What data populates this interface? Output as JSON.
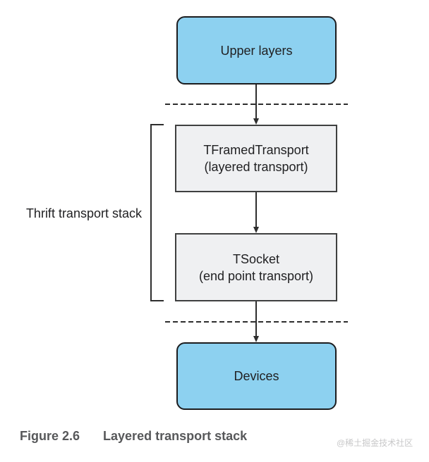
{
  "diagram": {
    "nodes": {
      "upper": {
        "label": "Upper layers"
      },
      "tframed": {
        "title": "TFramedTransport",
        "subtitle": "(layered transport)"
      },
      "tsocket": {
        "title": "TSocket",
        "subtitle": "(end point transport)"
      },
      "devices": {
        "label": "Devices"
      }
    },
    "bracket_label": "Thrift transport stack"
  },
  "caption": {
    "figure_number": "Figure 2.6",
    "title": "Layered transport stack"
  },
  "watermark": "@稀土掘金技术社区",
  "colors": {
    "node_blue": "#8DD1F0",
    "node_blue_border": "#1C1C1E",
    "node_gray": "#EFF0F2",
    "node_gray_border": "#3F4040",
    "line": "#2E2E2E",
    "text": "#212123",
    "caption_text": "#57585A",
    "watermark_text": "#C8C8C9"
  }
}
